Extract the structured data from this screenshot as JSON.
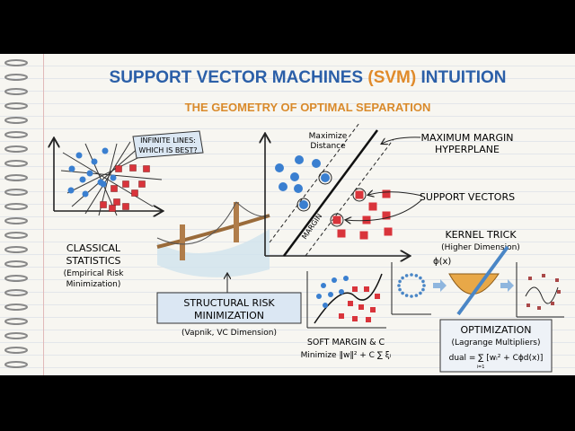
{
  "title": {
    "part1": "SUPPORT VECTOR MACHINES ",
    "part2": "(SVM)",
    "part3": " INTUITION"
  },
  "subtitle": "THE GEOMETRY OF OPTIMAL SEPARATION",
  "classical": {
    "banner": [
      "INFINITE LINES:",
      "WHICH IS BEST?"
    ],
    "label": [
      "CLASSICAL",
      "STATISTICS"
    ],
    "sub": [
      "(Empirical Risk",
      "Minimization)"
    ]
  },
  "srm": {
    "label": [
      "STRUCTURAL RISK",
      "MINIMIZATION"
    ],
    "sub": "(Vapnik, VC Dimension)"
  },
  "max_margin": {
    "maximize": [
      "Maximize",
      "Distance"
    ],
    "label": [
      "MAXIMUM MARGIN",
      "HYPERPLANE"
    ],
    "support_vectors": "SUPPORT VECTORS",
    "margin": "MARGIN"
  },
  "kernel": {
    "label": "KERNEL TRICK",
    "sub": "(Higher Dimension)",
    "phi": "ϕ(x)"
  },
  "soft_margin": {
    "label": "SOFT MARGIN & C",
    "formula": "Minimize ‖w‖² + C ∑ ξᵢ"
  },
  "optimization": {
    "label": "OPTIMIZATION",
    "sub": "(Lagrange Multipliers)",
    "formula": "dual = ∑ [wᵢ² + Cϕd(x)]",
    "sum_index": "i=1"
  },
  "colors": {
    "title": "#2b5fa8",
    "accent": "#e08a2a",
    "blue_point": "#3a7fd0",
    "red_point": "#d9343b"
  }
}
